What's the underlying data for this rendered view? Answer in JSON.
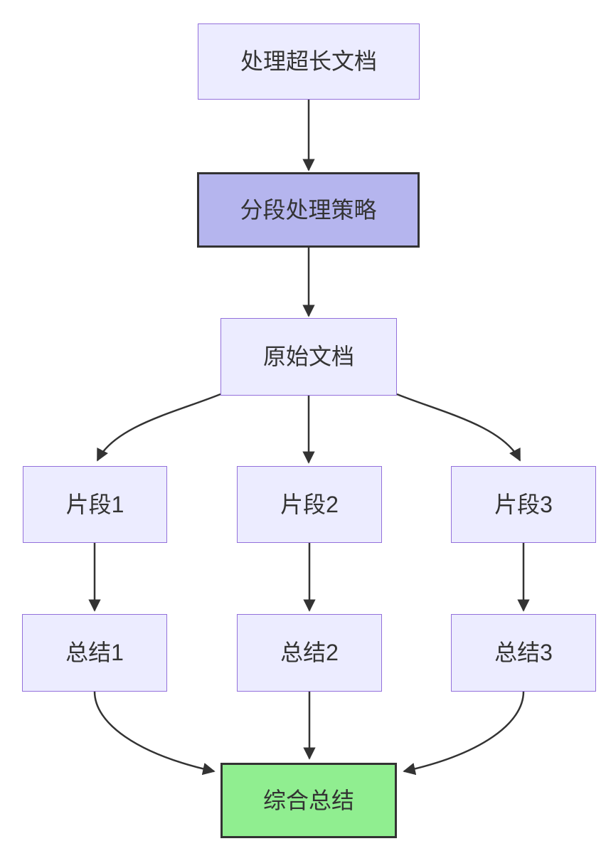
{
  "diagram": {
    "type": "flowchart",
    "direction": "top-down",
    "nodes": [
      {
        "id": "start",
        "label": "处理超长文档",
        "style": "default"
      },
      {
        "id": "strategy",
        "label": "分段处理策略",
        "style": "highlight-purple"
      },
      {
        "id": "doc",
        "label": "原始文档",
        "style": "default"
      },
      {
        "id": "seg1",
        "label": "片段1",
        "style": "default"
      },
      {
        "id": "seg2",
        "label": "片段2",
        "style": "default"
      },
      {
        "id": "seg3",
        "label": "片段3",
        "style": "default"
      },
      {
        "id": "sum1",
        "label": "总结1",
        "style": "default"
      },
      {
        "id": "sum2",
        "label": "总结2",
        "style": "default"
      },
      {
        "id": "sum3",
        "label": "总结3",
        "style": "default"
      },
      {
        "id": "final",
        "label": "综合总结",
        "style": "highlight-green"
      }
    ],
    "edges": [
      {
        "from": "start",
        "to": "strategy"
      },
      {
        "from": "strategy",
        "to": "doc"
      },
      {
        "from": "doc",
        "to": "seg1"
      },
      {
        "from": "doc",
        "to": "seg2"
      },
      {
        "from": "doc",
        "to": "seg3"
      },
      {
        "from": "seg1",
        "to": "sum1"
      },
      {
        "from": "seg2",
        "to": "sum2"
      },
      {
        "from": "seg3",
        "to": "sum3"
      },
      {
        "from": "sum1",
        "to": "final"
      },
      {
        "from": "sum2",
        "to": "final"
      },
      {
        "from": "sum3",
        "to": "final"
      }
    ],
    "colors": {
      "background": "#FFFFFF",
      "node_fill": "#ECECFF",
      "node_border": "#9370DB",
      "strategy_fill": "#B5B5EE",
      "final_fill": "#90EE90",
      "dark_border": "#333333",
      "edge": "#333333",
      "text": "#333333"
    }
  }
}
